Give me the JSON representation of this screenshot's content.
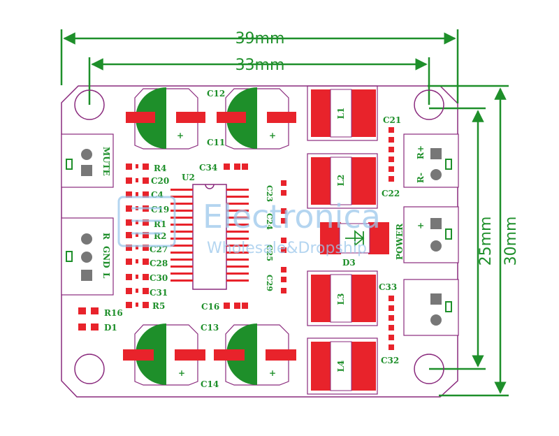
{
  "dimensions": {
    "overall_width": "39mm",
    "hole_pitch_x": "33mm",
    "hole_pitch_y": "25mm",
    "overall_height": "30mm"
  },
  "watermark": {
    "brand": "Electronica",
    "tagline": "Wholesale&Dropship"
  },
  "labels": {
    "c12": "C12",
    "c11": "C11",
    "c13": "C13",
    "c14": "C14",
    "l1": "L1",
    "l2": "L2",
    "l3": "L3",
    "l4": "L4",
    "c21": "C21",
    "c22": "C22",
    "c33": "C33",
    "c32": "C32",
    "c34": "C34",
    "c16": "C16",
    "u2": "U2",
    "d3": "D3",
    "r4": "R4",
    "c20": "C20",
    "c4": "C4",
    "c19": "C19",
    "r1": "R1",
    "r2": "R2",
    "c27": "C27",
    "c28": "C28",
    "c30": "C30",
    "c31": "C31",
    "r5": "R5",
    "r16": "R16",
    "d1": "D1",
    "c23": "C23",
    "c24": "C24",
    "c25": "C25",
    "c29": "C29",
    "mute": "MUTE",
    "r_in": "R",
    "gnd_in": "GND",
    "l_in": "L",
    "r_plus": "R+",
    "r_minus": "R-",
    "power": "POWER",
    "plus": "+",
    "cap_plus": "+"
  },
  "colors": {
    "silkscreen": "#1e8f2a",
    "pad": "#e8232b",
    "outline": "#8a2a7d",
    "pin": "#777777",
    "watermark": "#9cc8ec"
  }
}
